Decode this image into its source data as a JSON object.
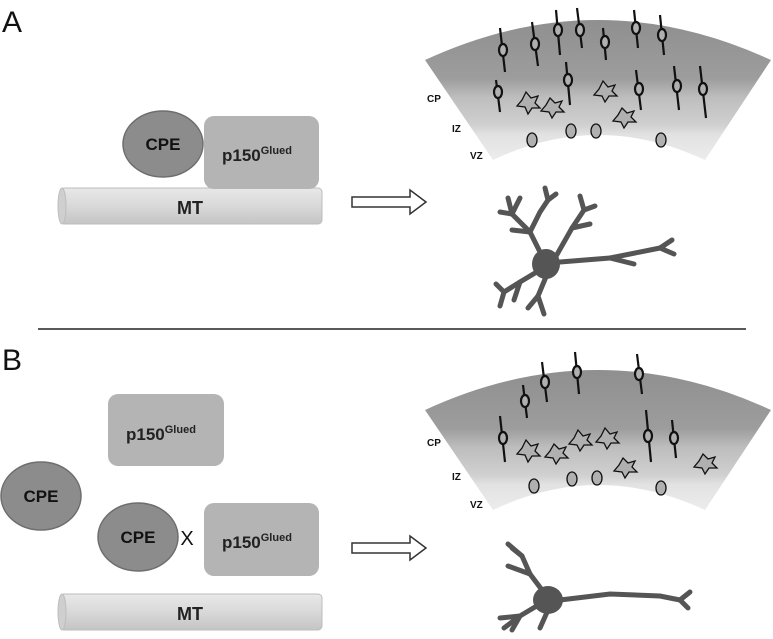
{
  "panel_a": {
    "letter": "A",
    "cpe": "CPE",
    "p150": "p150",
    "p150_sup": "Glued",
    "mt": "MT",
    "cortex_labels": {
      "cp": "CP",
      "iz": "IZ",
      "vz": "VZ"
    }
  },
  "panel_b": {
    "letter": "B",
    "cpe_free": "CPE",
    "cpe_bound": "CPE",
    "x_mark": "X",
    "p150_top": "p150",
    "p150_top_sup": "Glued",
    "p150_bottom": "p150",
    "p150_bottom_sup": "Glued",
    "mt": "MT",
    "cortex_labels": {
      "cp": "CP",
      "iz": "IZ",
      "vz": "VZ"
    }
  },
  "colors": {
    "cortex_dark": "#8f8f8f",
    "cortex_mid": "#bdbdbd",
    "cortex_light": "#e6e6e6",
    "ellipse_fill": "#8c8c8c",
    "box_fill": "#b4b4b4",
    "mt_fill": "#d9d9d9",
    "neuron_fill": "#555555"
  }
}
